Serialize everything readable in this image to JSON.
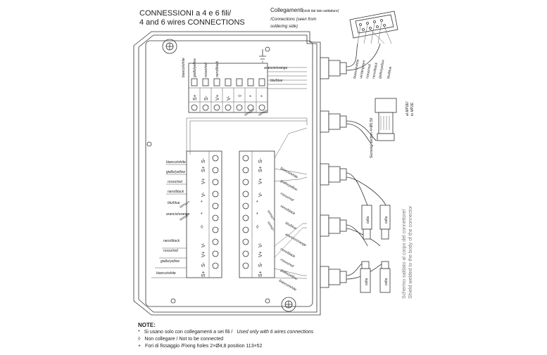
{
  "title": {
    "line1": "CONNESSIONI a 4 e 6 fili/",
    "line2": "4 and 6 wires CONNECTIONS"
  },
  "collegamenti": {
    "title": "Collegamenti",
    "subtitle": "(visti dal lato saldature)",
    "en1": "/Connections (seen from",
    "en2": "soldering side)"
  },
  "connector_wires": [
    "bianco/white",
    "verde/green",
    "rosso/red",
    "nero/black",
    "giallo/yellow",
    "blu/blue"
  ],
  "cable_labels": {
    "section": "Sezione/ section 4×Ø0.50",
    "mp2": "al MP2E/",
    "mp2b": "to MP2E",
    "shield1": "Schermo saldato al corpo del connettore/",
    "shield2": "Shield welded to the body of the connector"
  },
  "top_block": {
    "terminals": [
      "S+",
      "S-",
      "V+",
      "V-",
      "◊",
      "*",
      "*"
    ],
    "wires": [
      "bianco/white",
      "giallo/yellow",
      "rosso/red",
      "nero/black",
      "arancio/orange",
      "blu/blue"
    ],
    "sense_labels": [
      "sense+",
      "sense-"
    ]
  },
  "left_block": {
    "terminals_top": [
      "S+",
      "S-",
      "V+",
      "V-",
      "*",
      "*",
      "◊"
    ],
    "terminals_bottom": [
      "V-",
      "V+",
      "S-",
      "S+"
    ],
    "wires_top": [
      "bianco/white",
      "giallo/yellow",
      "rosso/red",
      "nero/black",
      "blu/blue",
      "arancio/orange"
    ],
    "wires_bottom": [
      "nero/black",
      "rosso/red",
      "giallo/yellow",
      "bianco/white"
    ],
    "sense_labels": [
      "sense+",
      "sense-"
    ]
  },
  "right_block": {
    "terminals_top": [
      "S+",
      "S-",
      "V+",
      "V-",
      "*",
      "*",
      "◊"
    ],
    "terminals_bottom": [
      "V-",
      "V+",
      "S-",
      "S+"
    ],
    "wires_top": [
      "bianco/white",
      "giallo/yellow",
      "rosso/red",
      "nero/black",
      "blu/blue",
      "arancio/orange"
    ],
    "wires_bottom": [
      "nero/black",
      "rosso/red",
      "giallo/yellow",
      "bianco/white"
    ],
    "sense_labels": [
      "sense+",
      "sense-"
    ]
  },
  "cell_label": "cella",
  "notes": {
    "heading": "NOTE:",
    "n1_sym": "*",
    "n1_it": "Si usano solo con collegamenti a sei fili /",
    "n1_en": "Used only with 6 wires connections",
    "n2_sym": "◊",
    "n2_text": "Non collegare / Not to be connected",
    "n3_sym": "+",
    "n3_text": "Fori di fissaggio /Fixing holes  2×Ø4,8 position 113×52"
  }
}
